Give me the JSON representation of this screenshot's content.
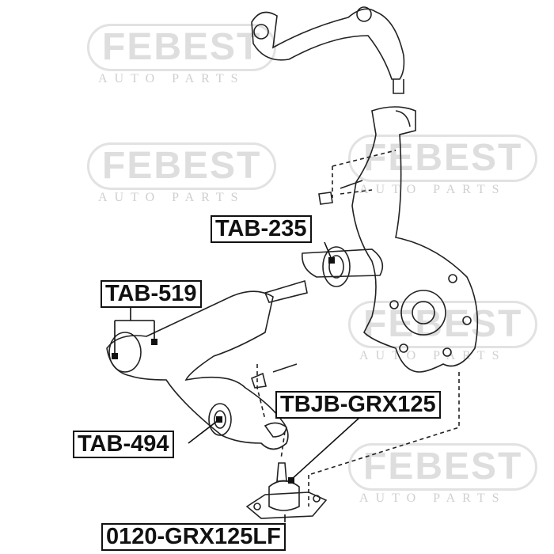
{
  "watermark": {
    "brand": "FEBEST",
    "tagline": "AUTO PARTS"
  },
  "labels": {
    "tab235": "TAB-235",
    "tab519": "TAB-519",
    "tbjb": "TBJB-GRX125",
    "tab494": "TAB-494",
    "assembly": "0120-GRX125LF"
  }
}
